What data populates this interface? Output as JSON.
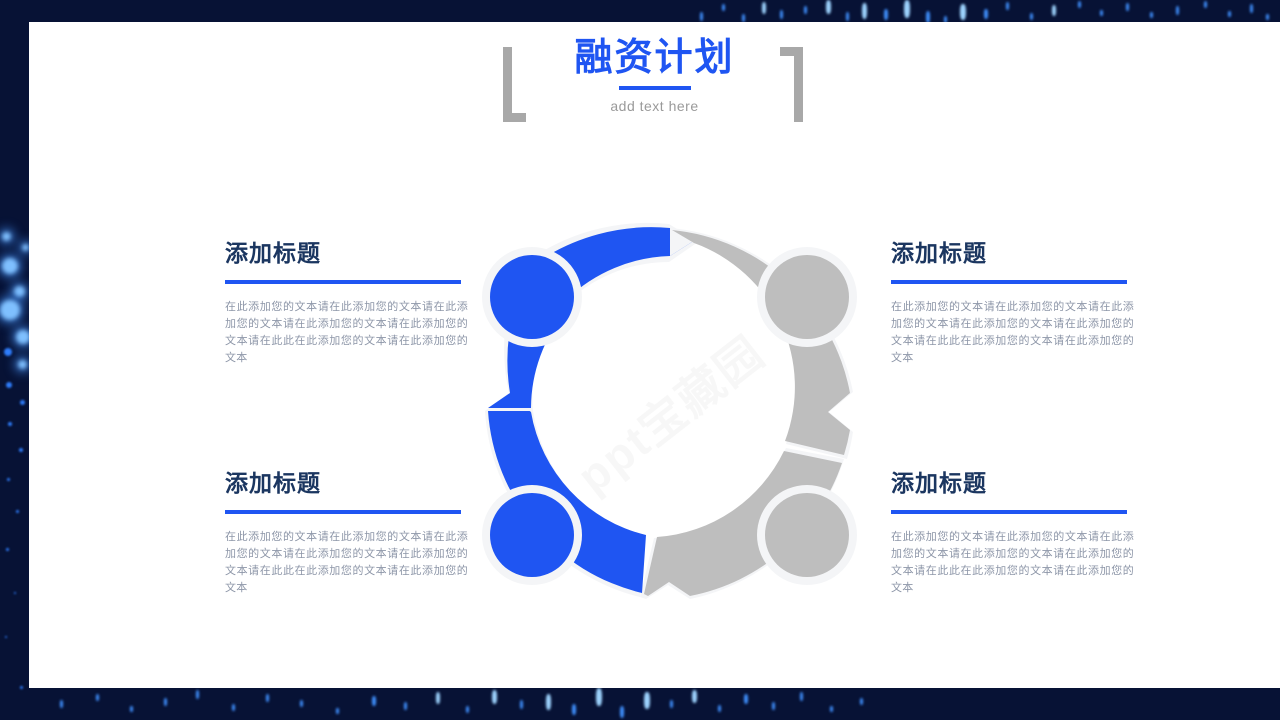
{
  "slide": {
    "frame_color": "#071235",
    "card_color": "#ffffff",
    "accent_blue": "#1f55f2",
    "muted_gray": "#bebebe",
    "heading_navy": "#1b3660",
    "body_gray": "#8d96a8"
  },
  "title": {
    "main": "融资计划",
    "subtitle": "add text here",
    "bracket_left": "left-bracket-decoration",
    "bracket_right": "right-bracket-decoration"
  },
  "watermark": {
    "text": "ppt宝藏园"
  },
  "panels": [
    {
      "id": "top-left",
      "heading": "添加标题",
      "body": "在此添加您的文本请在此添加您的文本请在此添加您的文本请在此添加您的文本请在此添加您的文本请在此此在此添加您的文本请在此添加您的文本"
    },
    {
      "id": "bottom-left",
      "heading": "添加标题",
      "body": "在此添加您的文本请在此添加您的文本请在此添加您的文本请在此添加您的文本请在此添加您的文本请在此此在此添加您的文本请在此添加您的文本"
    },
    {
      "id": "top-right",
      "heading": "添加标题",
      "body": "在此添加您的文本请在此添加您的文本请在此添加您的文本请在此添加您的文本请在此添加您的文本请在此此在此添加您的文本请在此添加您的文本"
    },
    {
      "id": "bottom-right",
      "heading": "添加标题",
      "body": "在此添加您的文本请在此添加您的文本请在此添加您的文本请在此添加您的文本请在此添加您的文本请在此此在此添加您的文本请在此添加您的文本"
    }
  ],
  "diagram": {
    "type": "cycle-ring",
    "segments": [
      {
        "id": "segment-top-left",
        "color": "#1f55f2",
        "direction": "clockwise"
      },
      {
        "id": "segment-top-right",
        "color": "#bebebe",
        "direction": "clockwise"
      },
      {
        "id": "segment-bottom-right",
        "color": "#bebebe",
        "direction": "counter-clockwise"
      },
      {
        "id": "segment-bottom-left",
        "color": "#1f55f2",
        "direction": "counter-clockwise"
      }
    ],
    "nodes": [
      {
        "id": "node-top-left",
        "color": "#1f55f2"
      },
      {
        "id": "node-top-right",
        "color": "#bebebe"
      },
      {
        "id": "node-bottom-right",
        "color": "#bebebe"
      },
      {
        "id": "node-bottom-left",
        "color": "#1f55f2"
      }
    ]
  }
}
